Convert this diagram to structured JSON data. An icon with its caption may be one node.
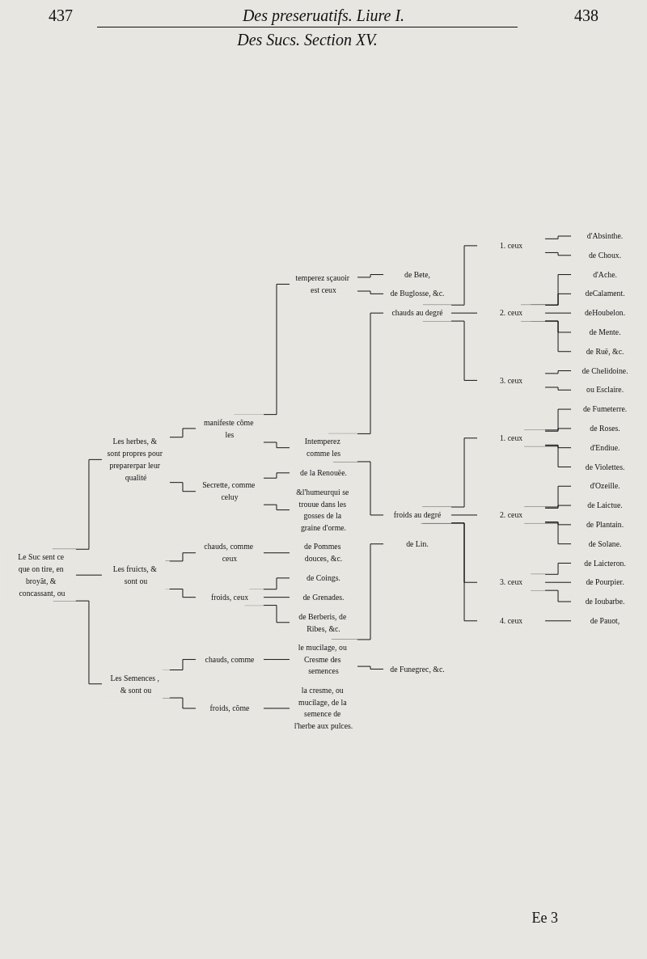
{
  "diagram": {
    "title": "Des Sucs. Section XV.",
    "nodes": [
      {
        "text": [
          "Le Suc sent ce que on tire, en broyãt, & concassant, ou"
        ]
      },
      {
        "text": [
          "Les herbes, & sont propres pour preparerpar leur qualité"
        ]
      },
      {
        "text": [
          "manifeste cõme les"
        ]
      },
      {
        "text": [
          "temperez sçauoir est ceux"
        ]
      },
      {
        "text": [
          "de Bete,"
        ]
      },
      {
        "text": [
          "de Buglosse, &c."
        ]
      },
      {
        "text": [
          "Intemperez comme les"
        ]
      },
      {
        "text": [
          "chauds au degré"
        ]
      },
      {
        "text": [
          "1. ceux"
        ]
      },
      {
        "text": [
          "d'Absinthe."
        ]
      },
      {
        "text": [
          "de Choux."
        ]
      },
      {
        "text": [
          "2. ceux"
        ]
      },
      {
        "text": [
          "d'Ache."
        ]
      },
      {
        "text": [
          "deCalament."
        ]
      },
      {
        "text": [
          "deHoubelon."
        ]
      },
      {
        "text": [
          "de Mente."
        ]
      },
      {
        "text": [
          "de Ruë, &c."
        ]
      },
      {
        "text": [
          "3. ceux"
        ]
      },
      {
        "text": [
          "de Chelidoine."
        ]
      },
      {
        "text": [
          "ou Esclaire."
        ]
      },
      {
        "text": [
          "froids au degré"
        ]
      },
      {
        "text": [
          "1. ceux"
        ]
      },
      {
        "text": [
          "de Fumeterre."
        ]
      },
      {
        "text": [
          "de Roses."
        ]
      },
      {
        "text": [
          "d'Endiue."
        ]
      },
      {
        "text": [
          "de Violettes."
        ]
      },
      {
        "text": [
          "2. ceux"
        ]
      },
      {
        "text": [
          "d'Ozeille."
        ]
      },
      {
        "text": [
          "de Laictue."
        ]
      },
      {
        "text": [
          "de Plantain."
        ]
      },
      {
        "text": [
          "de Solane."
        ]
      },
      {
        "text": [
          "3. ceux"
        ]
      },
      {
        "text": [
          "de Laicteron."
        ]
      },
      {
        "text": [
          "de Pourpier."
        ]
      },
      {
        "text": [
          "de Ioubarbe."
        ]
      },
      {
        "text": [
          "4. ceux"
        ]
      },
      {
        "text": [
          "de Pauot,"
        ]
      },
      {
        "text": [
          "Secrette, comme celuy"
        ]
      },
      {
        "text": [
          "de la Renouëe."
        ]
      },
      {
        "text": [
          "&l'humeurqui se trouue dans les gosses de la graine d'orme."
        ]
      },
      {
        "text": [
          "Les fruicts, & sont ou"
        ]
      },
      {
        "text": [
          "chauds, comme ceux"
        ]
      },
      {
        "text": [
          "de Pommes douces, &c."
        ]
      },
      {
        "text": [
          "froids, ceux"
        ]
      },
      {
        "text": [
          "de Coings."
        ]
      },
      {
        "text": [
          "de Grenades."
        ]
      },
      {
        "text": [
          "de Berberis, de Ribes, &c."
        ]
      },
      {
        "text": [
          "Les Semences , & sont ou"
        ]
      },
      {
        "text": [
          "chauds, comme"
        ]
      },
      {
        "text": [
          "le mucilage, ou Cresme des semences"
        ]
      },
      {
        "text": [
          "de Lin."
        ]
      },
      {
        "text": [
          "de Funegrec, &c."
        ]
      },
      {
        "text": [
          "froids, cõme"
        ]
      },
      {
        "text": [
          "la cresme, ou mucilage, de la semence de l'herbe aux pulces."
        ]
      }
    ],
    "edges": [
      {
        "from": 0,
        "to": 1,
        "arrow": "none"
      },
      {
        "from": 1,
        "to": 2,
        "arrow": "none"
      },
      {
        "from": 2,
        "to": 3,
        "arrow": "none"
      },
      {
        "from": 3,
        "to": 4,
        "arrow": "none"
      },
      {
        "from": 3,
        "to": 5,
        "arrow": "none"
      },
      {
        "from": 2,
        "to": 6,
        "arrow": "none"
      },
      {
        "from": 6,
        "to": 7,
        "arrow": "none"
      },
      {
        "from": 7,
        "to": 8,
        "arrow": "none"
      },
      {
        "from": 8,
        "to": 9,
        "arrow": "none"
      },
      {
        "from": 8,
        "to": 10,
        "arrow": "none"
      },
      {
        "from": 7,
        "to": 11,
        "arrow": "none"
      },
      {
        "from": 11,
        "to": 12,
        "arrow": "none"
      },
      {
        "from": 11,
        "to": 13,
        "arrow": "none"
      },
      {
        "from": 11,
        "to": 14,
        "arrow": "none"
      },
      {
        "from": 11,
        "to": 15,
        "arrow": "none"
      },
      {
        "from": 11,
        "to": 16,
        "arrow": "none"
      },
      {
        "from": 7,
        "to": 17,
        "arrow": "none"
      },
      {
        "from": 17,
        "to": 18,
        "arrow": "none"
      },
      {
        "from": 17,
        "to": 19,
        "arrow": "none"
      },
      {
        "from": 6,
        "to": 20,
        "arrow": "none"
      },
      {
        "from": 20,
        "to": 21,
        "arrow": "none"
      },
      {
        "from": 21,
        "to": 22,
        "arrow": "none"
      },
      {
        "from": 21,
        "to": 23,
        "arrow": "none"
      },
      {
        "from": 21,
        "to": 24,
        "arrow": "none"
      },
      {
        "from": 21,
        "to": 25,
        "arrow": "none"
      },
      {
        "from": 20,
        "to": 26,
        "arrow": "none"
      },
      {
        "from": 26,
        "to": 27,
        "arrow": "none"
      },
      {
        "from": 26,
        "to": 28,
        "arrow": "none"
      },
      {
        "from": 26,
        "to": 29,
        "arrow": "none"
      },
      {
        "from": 26,
        "to": 30,
        "arrow": "none"
      },
      {
        "from": 20,
        "to": 31,
        "arrow": "none"
      },
      {
        "from": 31,
        "to": 32,
        "arrow": "none"
      },
      {
        "from": 31,
        "to": 33,
        "arrow": "none"
      },
      {
        "from": 31,
        "to": 34,
        "arrow": "none"
      },
      {
        "from": 20,
        "to": 35,
        "arrow": "none"
      },
      {
        "from": 35,
        "to": 36,
        "arrow": "none"
      },
      {
        "from": 1,
        "to": 37,
        "arrow": "none"
      },
      {
        "from": 37,
        "to": 38,
        "arrow": "none"
      },
      {
        "from": 37,
        "to": 39,
        "arrow": "none"
      },
      {
        "from": 0,
        "to": 40,
        "arrow": "none"
      },
      {
        "from": 40,
        "to": 41,
        "arrow": "none"
      },
      {
        "from": 41,
        "to": 42,
        "arrow": "none"
      },
      {
        "from": 40,
        "to": 43,
        "arrow": "none"
      },
      {
        "from": 43,
        "to": 44,
        "arrow": "none"
      },
      {
        "from": 43,
        "to": 45,
        "arrow": "none"
      },
      {
        "from": 43,
        "to": 46,
        "arrow": "none"
      },
      {
        "from": 0,
        "to": 47,
        "arrow": "none"
      },
      {
        "from": 47,
        "to": 48,
        "arrow": "none"
      },
      {
        "from": 48,
        "to": 49,
        "arrow": "none"
      },
      {
        "from": 49,
        "to": 50,
        "arrow": "none"
      },
      {
        "from": 49,
        "to": 51,
        "arrow": "none"
      },
      {
        "from": 47,
        "to": 52,
        "arrow": "none"
      },
      {
        "from": 52,
        "to": 53,
        "arrow": "none"
      }
    ],
    "labels": [
      "437",
      "Des preseruatifs. Liure I.",
      "438",
      "Ee 3"
    ]
  }
}
